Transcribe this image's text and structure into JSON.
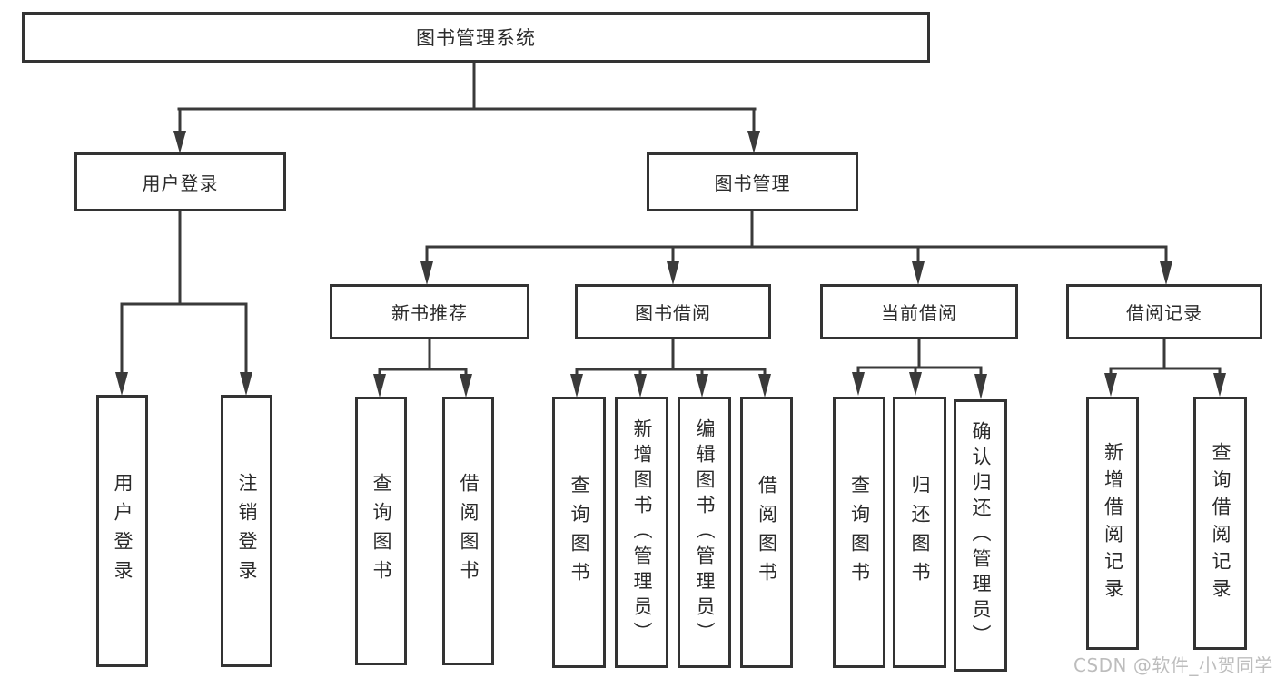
{
  "diagram": {
    "type": "tree",
    "root": {
      "label": "图书管理系统",
      "children": [
        {
          "label": "用户登录",
          "children": [
            {
              "label": "用户登录"
            },
            {
              "label": "注销登录"
            }
          ]
        },
        {
          "label": "图书管理",
          "children": [
            {
              "label": "新书推荐",
              "children": [
                {
                  "label": "查询图书"
                },
                {
                  "label": "借阅图书"
                }
              ]
            },
            {
              "label": "图书借阅",
              "children": [
                {
                  "label": "查询图书"
                },
                {
                  "label": "新增图书（管理员）"
                },
                {
                  "label": "编辑图书（管理员）"
                },
                {
                  "label": "借阅图书"
                }
              ]
            },
            {
              "label": "当前借阅",
              "children": [
                {
                  "label": "查询图书"
                },
                {
                  "label": "归还图书"
                },
                {
                  "label": "确认归还（管理员）"
                }
              ]
            },
            {
              "label": "借阅记录",
              "children": [
                {
                  "label": "新增借阅记录"
                },
                {
                  "label": "查询借阅记录"
                }
              ]
            }
          ]
        }
      ]
    }
  },
  "colors": {
    "line": "#3a3a3a",
    "box_border": "#333333",
    "text": "#2b2b2b",
    "background": "#ffffff",
    "watermark_text": "#bdbdbd"
  },
  "watermark": "CSDN @软件_小贺同学"
}
